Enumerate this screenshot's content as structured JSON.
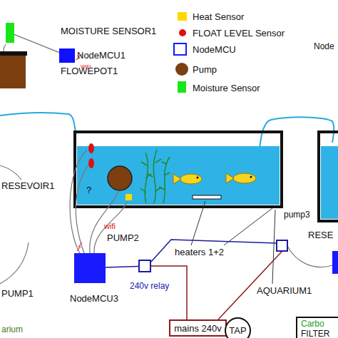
{
  "diagram": {
    "nodes": [
      {
        "text": [
          "MOISTURE SENSOR1"
        ]
      },
      {
        "text": [
          "NodeMCU1"
        ]
      },
      {
        "text": [
          "FLOWEPOT1"
        ]
      },
      {
        "text": [
          "NodeMCU3"
        ]
      },
      {
        "text": [
          "240v relay"
        ]
      },
      {
        "text": [
          "mains 240v"
        ]
      },
      {
        "text": [
          "TAP"
        ]
      },
      {
        "text": [
          "Carbo",
          "FILTER"
        ]
      }
    ],
    "edges": [
      {
        "from": 0,
        "to": 1,
        "arrow": "none"
      },
      {
        "from": 3,
        "to": 4,
        "arrow": "none"
      },
      {
        "from": 4,
        "to": 5,
        "arrow": "none"
      }
    ],
    "labels": [
      "WIFI",
      "Node",
      "RESEVOIR1",
      "?",
      "wifi",
      "PUMP2",
      "pump3",
      "RESE",
      "heaters 1+2",
      "AQUARIUM1",
      "PUMP1",
      "arium"
    ],
    "legend": [
      {
        "text": "Heat Sensor",
        "color": "#ffd800"
      },
      {
        "text": "FLOAT LEVEL Sensor",
        "color": "#e01010"
      },
      {
        "text": "NodeMCU"
      },
      {
        "text": "Pump",
        "color": "#7b3f10"
      },
      {
        "text": "Moisture Sensor",
        "color": "#19e619"
      }
    ]
  }
}
